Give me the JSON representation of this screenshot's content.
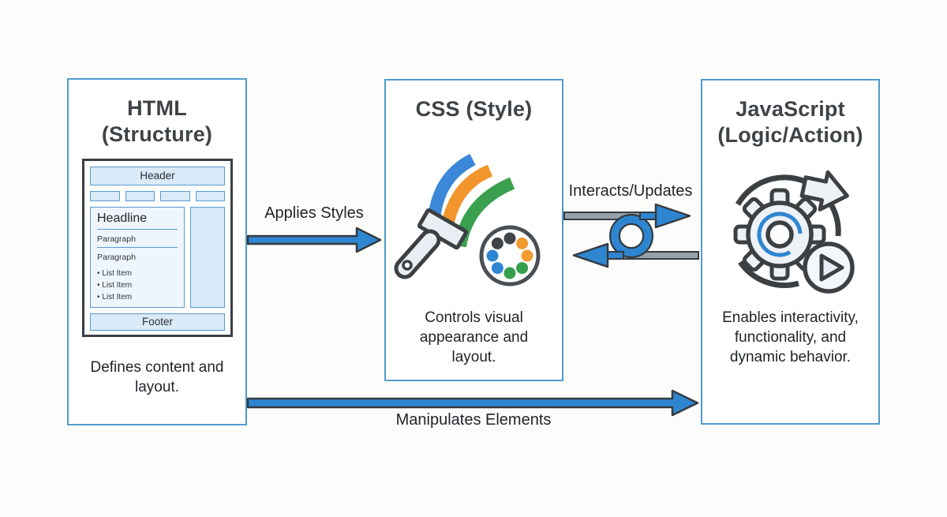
{
  "nodes": {
    "html": {
      "title_top": "HTML",
      "title_bottom": "(Structure)",
      "caption": "Defines content and layout.",
      "wireframe": {
        "header": "Header",
        "headline": "Headline",
        "paragraph_1": "Paragraph",
        "paragraph_2": "Paragraph",
        "bullet": "•",
        "list_items": [
          "List Item",
          "List Item",
          "List Item"
        ],
        "footer": "Footer"
      }
    },
    "css": {
      "title": "CSS (Style)",
      "caption": "Controls visual appearance and layout."
    },
    "js": {
      "title_top": "JavaScript",
      "title_bottom": "(Logic/Action)",
      "caption": "Enables interactivity, functionality, and dynamic behavior."
    }
  },
  "arrows": {
    "applies_styles": {
      "label": "Applies Styles"
    },
    "interacts_updates": {
      "label": "Interacts/Updates"
    },
    "manipulates_elements": {
      "label": "Manipulates Elements"
    }
  },
  "colors": {
    "background": "#fcfcfb",
    "box_border": "#4e9cce",
    "arrow_blue": "#2e86d1",
    "arrow_outline": "#343a40",
    "gray_shaft": "#98a1a9",
    "wireframe_fill": "#d9eaf8",
    "wireframe_border": "#5a9bd0",
    "stripe_blue": "#3b87d8",
    "stripe_orange": "#f2952c",
    "stripe_green": "#3aa04f",
    "palette_dark": "#3f4449",
    "title_text": "#3e4347"
  }
}
